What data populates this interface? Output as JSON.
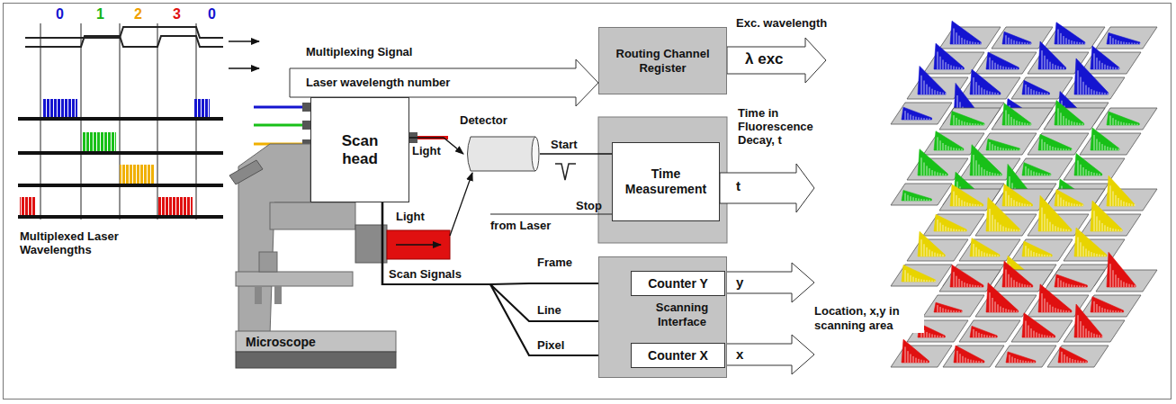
{
  "diagram": {
    "nodes": [
      {
        "text": [
          "Routing Channel Register"
        ]
      },
      {
        "text": [
          "Scan head"
        ]
      },
      {
        "text": [
          "Detector"
        ]
      },
      {
        "text": [
          "Microscope"
        ]
      },
      {
        "text": [
          "Time Measurement"
        ]
      },
      {
        "text": [
          "Scanning Interface"
        ]
      },
      {
        "text": [
          "Counter Y"
        ],
        "in": 5
      },
      {
        "text": [
          "Counter X"
        ],
        "in": 5
      }
    ],
    "edges": [
      {
        "from": 1,
        "to": 2,
        "label": "Light",
        "arrow": "to"
      },
      {
        "from": 3,
        "to": 2,
        "label": "Light",
        "arrow": "to"
      },
      {
        "from": 2,
        "to": 4,
        "label": "Start",
        "arrow": "none"
      },
      {
        "from": 1,
        "to": 6,
        "label": "Frame",
        "arrow": "none"
      },
      {
        "from": 1,
        "to": 5,
        "label": "Line",
        "arrow": "none"
      },
      {
        "from": 1,
        "to": 7,
        "label": "Pixel",
        "arrow": "none"
      }
    ],
    "labels": [
      "0",
      "1",
      "2",
      "3",
      "0",
      "Multiplexing Signal",
      "Laser wavelength number",
      "Exc. wavelength",
      "λ exc",
      "Time in Fluorescence Decay, t",
      "t",
      "Stop",
      "from Laser",
      "Scan Signals",
      "y",
      "x",
      "Location, x,y in scanning area",
      "Multiplexed Laser Wavelengths"
    ]
  }
}
